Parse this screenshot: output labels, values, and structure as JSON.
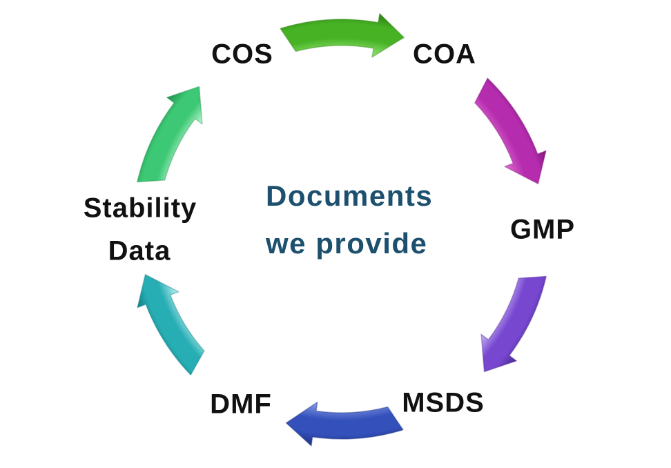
{
  "background": "#ffffff",
  "title": {
    "line1": "Documents",
    "line2": "we provide",
    "color": "#1c506e"
  },
  "cycle": {
    "label_color": "#111111",
    "labels": {
      "cos": "COS",
      "coa": "COA",
      "gmp": "GMP",
      "msds": "MSDS",
      "dmf": "DMF",
      "stability_line1": "Stability",
      "stability_line2": "Data"
    },
    "arrows": [
      {
        "id": "cos-to-coa",
        "from": "COS",
        "to": "COA",
        "start_angle": -107,
        "end_angle": -72,
        "color_light": "#8ce06a",
        "color_main": "#46b224",
        "color_dark": "#2e7d14"
      },
      {
        "id": "coa-to-gmp",
        "from": "COA",
        "to": "GMP",
        "start_angle": -46,
        "end_angle": -13,
        "color_light": "#d966cc",
        "color_main": "#b52cae",
        "color_dark": "#7c1677"
      },
      {
        "id": "gmp-to-msds",
        "from": "GMP",
        "to": "MSDS",
        "start_angle": 13,
        "end_angle": 45,
        "color_light": "#c0a8f0",
        "color_main": "#7747d0",
        "color_dark": "#4a2b94"
      },
      {
        "id": "msds-to-dmf",
        "from": "MSDS",
        "to": "DMF",
        "start_angle": 73,
        "end_angle": 106,
        "color_light": "#8094e2",
        "color_main": "#3350bb",
        "color_dark": "#1f3380"
      },
      {
        "id": "dmf-to-stability-data",
        "from": "DMF",
        "to": "Stability Data",
        "start_angle": 136,
        "end_angle": 167,
        "color_light": "#ace9ea",
        "color_main": "#27aeb4",
        "color_dark": "#127a80"
      },
      {
        "id": "stability-data-to-cos",
        "from": "Stability Data",
        "to": "COS",
        "start_angle": -167,
        "end_angle": -135,
        "color_light": "#b0f2c8",
        "color_main": "#3cc874",
        "color_dark": "#1d8c4e"
      }
    ]
  }
}
